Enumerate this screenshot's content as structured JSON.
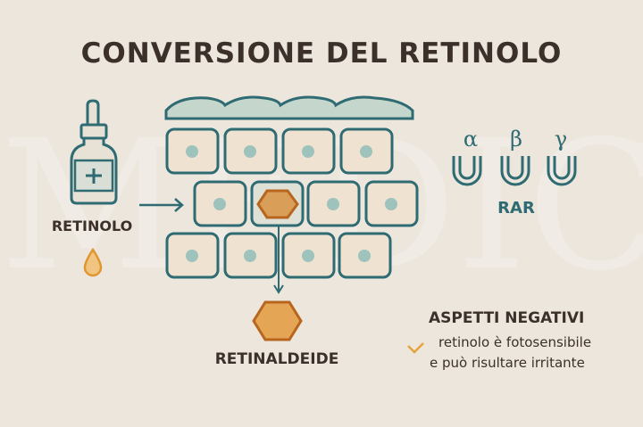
{
  "title": "CONVERSIONE DEL RETINOLO",
  "watermark": "MEDICOR",
  "labels": {
    "retinolo": "RETINOLO",
    "retinaldeide": "RETINALDEIDE",
    "rar": "RAR",
    "greek": [
      "α",
      "β",
      "γ"
    ]
  },
  "negatives": {
    "heading": "ASPETTI NEGATIVI",
    "line1": "retinolo è fotosensibile",
    "line2": "e può risultare irritante",
    "icon": "check-icon"
  },
  "colors": {
    "background": "#ece6dd",
    "text": "#3b302a",
    "teal": "#2f6b72",
    "cell_fill": "#efe2d1",
    "nucleus": "#9dc3bc",
    "orange": "#e0a457",
    "orange_stroke": "#b8661e"
  }
}
